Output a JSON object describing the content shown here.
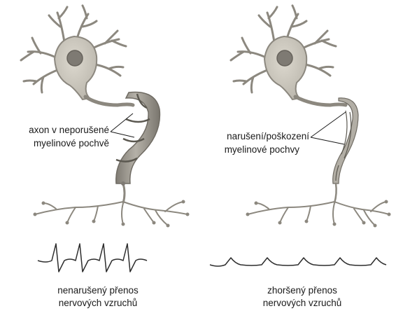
{
  "left_panel": {
    "callout_line1": "axon v neporušené",
    "callout_line2": "myelinové pochvě",
    "caption_line1": "nenarušený přenos",
    "caption_line2": "nervových vzruchů"
  },
  "right_panel": {
    "callout_line1": "narušení/poškození",
    "callout_line2": "myelinové pochvy",
    "caption_line1": "zhoršený přenos",
    "caption_line2": "nervových vzruchů"
  },
  "colors": {
    "cell_body": "#ccc8bd",
    "cell_outline": "#8c887f",
    "nucleus": "#7e7a73",
    "myelin": "#a09c94",
    "myelin_dark": "#777369",
    "signal": "#2d2d2d"
  }
}
